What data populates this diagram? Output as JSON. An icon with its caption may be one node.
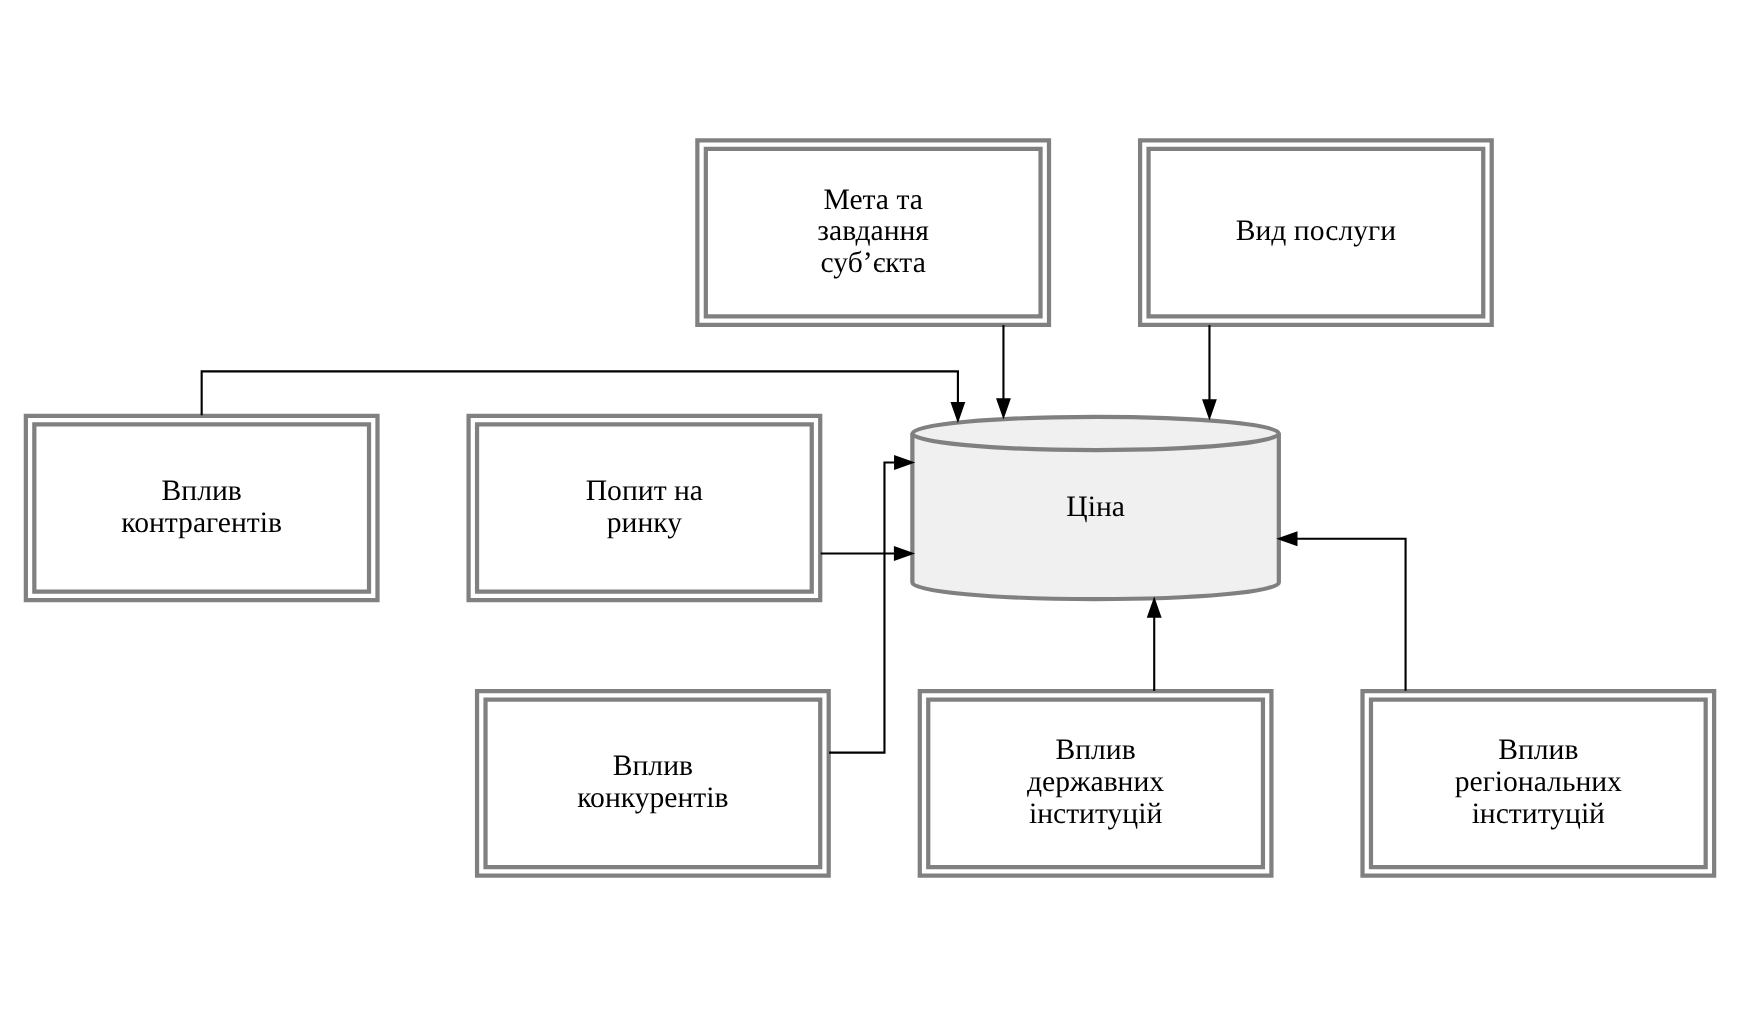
{
  "diagram": {
    "nodes": [
      {
        "text": [
          "Мета та завдання суб’єкта"
        ]
      },
      {
        "text": [
          "Вид послуги"
        ]
      },
      {
        "text": [
          "Вплив контрагентів"
        ]
      },
      {
        "text": [
          "Ціна"
        ]
      },
      {
        "text": [
          "Попит на ринку"
        ]
      },
      {
        "text": [
          "Вплив конкурентів"
        ]
      },
      {
        "text": [
          "Вплив державних інституцій"
        ]
      },
      {
        "text": [
          "Вплив регіональних інституцій"
        ]
      }
    ],
    "edges": [
      {
        "from": 0,
        "to": 3,
        "arrow": "to"
      },
      {
        "from": 1,
        "to": 3,
        "arrow": "to"
      },
      {
        "from": 2,
        "to": 3,
        "arrow": "to"
      },
      {
        "from": 4,
        "to": 3,
        "arrow": "to"
      },
      {
        "from": 5,
        "to": 3,
        "arrow": "to"
      },
      {
        "from": 6,
        "to": 3,
        "arrow": "to"
      },
      {
        "from": 7,
        "to": 3,
        "arrow": "to"
      }
    ]
  }
}
